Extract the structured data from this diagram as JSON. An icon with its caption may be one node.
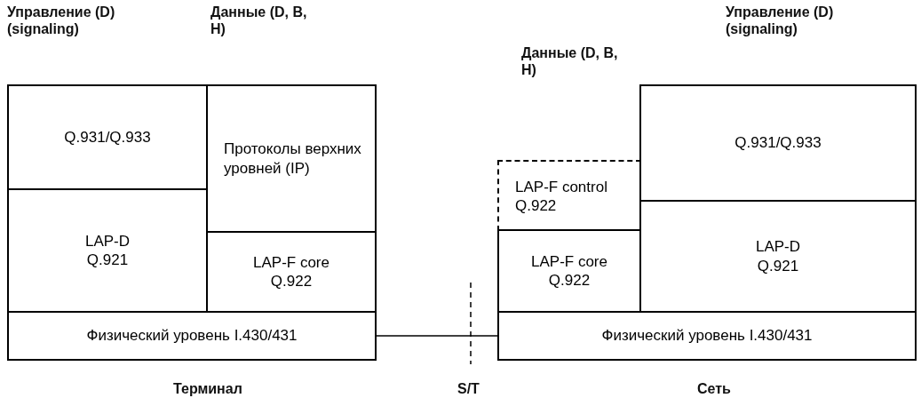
{
  "diagram": {
    "nodes": [
      {
        "text": [
          "Q.931/Q.933"
        ]
      },
      {
        "text": [
          "LAP-D Q.921"
        ]
      },
      {
        "text": [
          "Протоколы верхних уровней (IP)"
        ]
      },
      {
        "text": [
          "LAP-F core Q.922"
        ]
      },
      {
        "text": [
          "Физический уровень I.430/431"
        ]
      },
      {
        "text": [
          "LAP-F control Q.922"
        ]
      },
      {
        "text": [
          "LAP-F core Q.922"
        ]
      },
      {
        "text": [
          "Q.931/Q.933"
        ]
      },
      {
        "text": [
          "LAP-D Q.921"
        ]
      },
      {
        "text": [
          "Физический уровень I.430/431"
        ]
      }
    ],
    "edges": [
      {
        "from": 4,
        "to": 9,
        "arrow": "none"
      }
    ],
    "labels": [
      "Управление (D) (signaling)",
      "Данные (D, B, H)",
      "Данные (D, B, H)",
      "Управление (D) (signaling)",
      "Терминал",
      "S/T",
      "Сеть"
    ]
  }
}
